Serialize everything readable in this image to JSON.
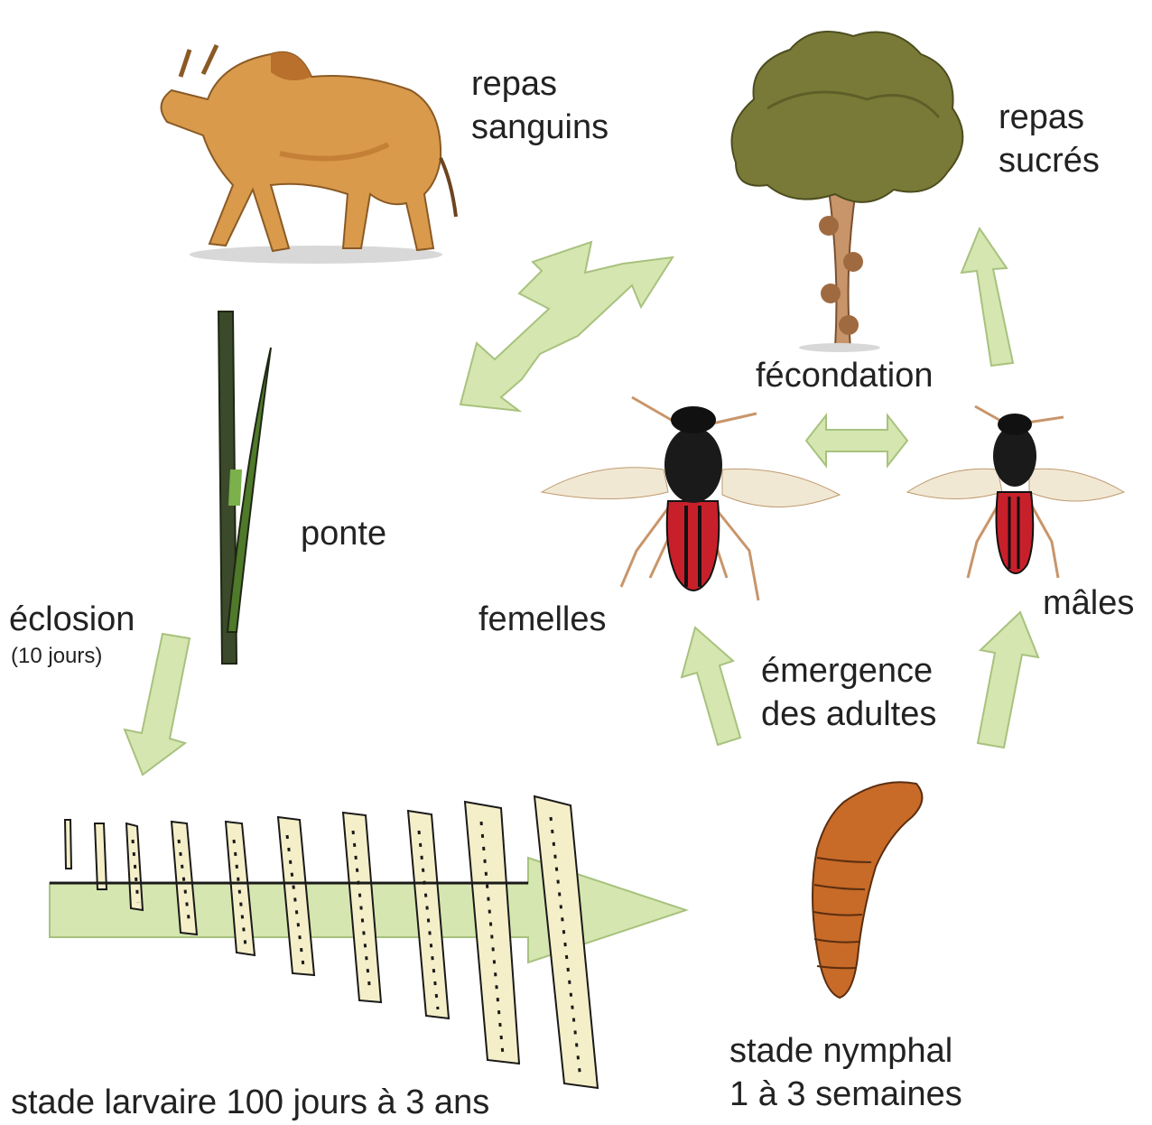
{
  "labels": {
    "blood_meals_1": "repas",
    "blood_meals_2": "sanguins",
    "sugar_meals_1": "repas",
    "sugar_meals_2": "sucrés",
    "mating": "fécondation",
    "laying": "ponte",
    "hatching": "éclosion",
    "hatching_time": "(10 jours)",
    "females": "femelles",
    "males": "mâles",
    "emergence_1": "émergence",
    "emergence_2": "des adultes",
    "larval_stage": "stade larvaire 100 jours à 3 ans",
    "pupal_stage_1": "stade nymphal",
    "pupal_stage_2": "1 à 3 semaines"
  },
  "colors": {
    "arrow_fill": "#d5e6b0",
    "arrow_stroke": "#a8c27e",
    "female_abdomen": "#c8202a",
    "pupa": "#c86a28",
    "larva": "#f4efc8"
  }
}
